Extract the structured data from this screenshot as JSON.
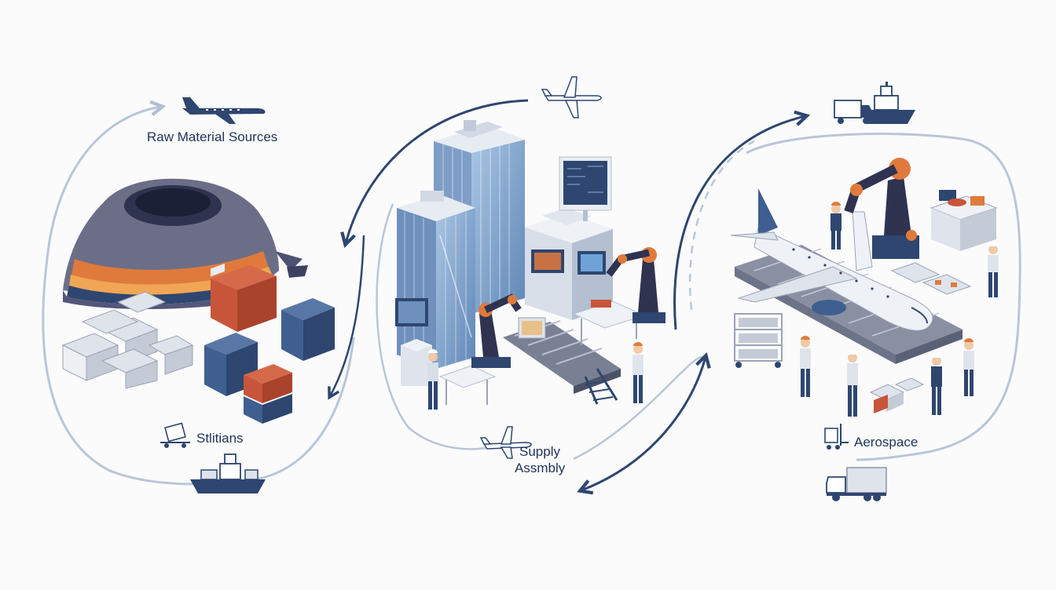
{
  "labels": {
    "raw_material": "Raw Material Sources",
    "logistics": "Stlitians",
    "supply": "Supply",
    "assembly": "Assmbly",
    "aerospace": "Aerospace"
  },
  "colors": {
    "navy": "#2e4670",
    "text": "#1f3358",
    "loop_gray": "#b9c6d8",
    "orange": "#e07a3c",
    "container_red": "#c8553a",
    "container_blue": "#3f5f90",
    "glass": "#8fb1d6"
  },
  "icons": [
    "airplane-icon",
    "ship-icon",
    "truck-icon",
    "forklift-icon",
    "clipboard-cart-icon",
    "robot-arm-icon",
    "worker-icon"
  ]
}
